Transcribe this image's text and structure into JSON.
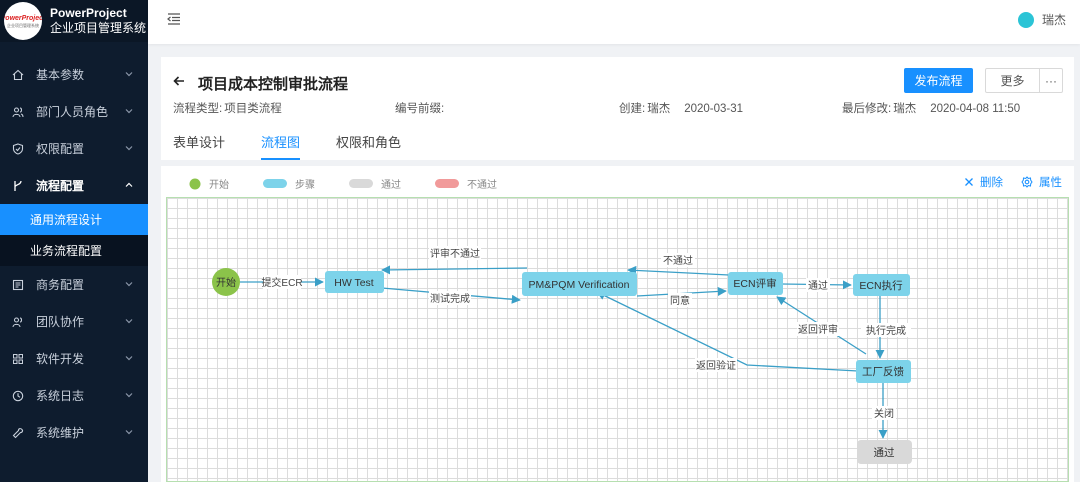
{
  "app": {
    "logo_main": "PowerProject",
    "logo_sub": "企业项目管理系统",
    "name": "PowerProject",
    "subtitle": "企业项目管理系统"
  },
  "sidebar": {
    "items": [
      {
        "label": "基本参数",
        "icon": "home-icon"
      },
      {
        "label": "部门人员角色",
        "icon": "users-icon"
      },
      {
        "label": "权限配置",
        "icon": "shield-icon"
      },
      {
        "label": "流程配置",
        "icon": "branch-icon",
        "expanded": true
      },
      {
        "label": "商务配置",
        "icon": "briefcase-icon"
      },
      {
        "label": "团队协作",
        "icon": "team-icon"
      },
      {
        "label": "软件开发",
        "icon": "grid-icon"
      },
      {
        "label": "系统日志",
        "icon": "clock-icon"
      },
      {
        "label": "系统维护",
        "icon": "wrench-icon"
      }
    ],
    "sub_items": [
      {
        "label": "通用流程设计",
        "active": true
      },
      {
        "label": "业务流程配置",
        "active": false
      }
    ]
  },
  "topbar": {
    "user_name": "瑞杰"
  },
  "page": {
    "title": "项目成本控制审批流程",
    "publish_label": "发布流程",
    "more_label": "更多",
    "more_dots": "···",
    "meta": {
      "type_label": "流程类型:",
      "type_value": "项目类流程",
      "prefix_label": "编号前缀:",
      "prefix_value": "",
      "created_label": "创建:",
      "created_by": "瑞杰",
      "created_date": "2020-03-31",
      "modified_label": "最后修改:",
      "modified_by": "瑞杰",
      "modified_date": "2020-04-08 11:50"
    },
    "tabs": [
      {
        "label": "表单设计",
        "active": false
      },
      {
        "label": "流程图",
        "active": true
      },
      {
        "label": "权限和角色",
        "active": false
      }
    ]
  },
  "legend": [
    {
      "label": "开始",
      "color": "#8bc34a"
    },
    {
      "label": "步骤",
      "color": "#7dd3ea"
    },
    {
      "label": "通过",
      "color": "#d9d9d9"
    },
    {
      "label": "不通过",
      "color": "#f19a9a"
    }
  ],
  "actions": {
    "delete_label": "删除",
    "props_label": "属性"
  },
  "flow": {
    "colors": {
      "start": "#8bc34a",
      "step": "#7dd3ea",
      "pass": "#d9d9d9",
      "edge": "#3a9fc7"
    },
    "nodes": {
      "start": "开始",
      "hwtest": "HW Test",
      "pmpqm": "PM&PQM Verification",
      "ecnreview": "ECN评审",
      "ecnexec": "ECN执行",
      "factory": "工厂反馈",
      "pass": "通过"
    },
    "edges": {
      "submit_ecr": "提交ECR",
      "review_fail": "评审不通过",
      "test_done": "测试完成",
      "fail": "不通过",
      "agree": "同意",
      "pass": "通过",
      "return_review": "返回评审",
      "exec_done": "执行完成",
      "return_verify": "返回验证",
      "close": "关闭"
    }
  }
}
